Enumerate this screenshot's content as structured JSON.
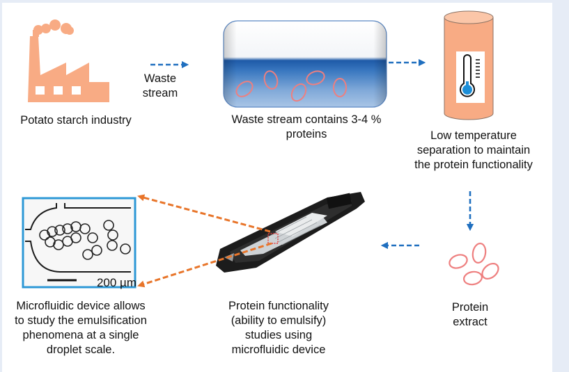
{
  "colors": {
    "background": "#e6ecf6",
    "panel": "#ffffff",
    "factory": "#f8ab84",
    "cylinder": "#f8ab84",
    "blue_arrow": "#1f6fbf",
    "orange_arrow": "#e8752a",
    "protein_outline": "#ee7f7f",
    "water_blue": "#1e5aa8",
    "inset_border": "#2d98d6"
  },
  "steps": {
    "industry": {
      "icon": "factory-icon",
      "label": "Potato starch industry"
    },
    "waste_arrow_label": "Waste stream",
    "waste": {
      "icon": "waste-tank-icon",
      "label_lines": [
        "Waste stream contains 3-4 %",
        "proteins"
      ]
    },
    "separation": {
      "icon": "cold-separation-cylinder-icon",
      "label_lines": [
        "Low temperature",
        "separation to maintain",
        "the protein functionality"
      ]
    },
    "extract": {
      "icon": "protein-extract-icon",
      "label_lines": [
        "Protein",
        "extract"
      ]
    },
    "device": {
      "icon": "microfluidic-chip-icon",
      "label_lines": [
        "Protein functionality",
        "(ability to emulsify)",
        "studies using",
        "microfluidic device"
      ]
    },
    "micrograph": {
      "icon": "droplet-micrograph",
      "scale_bar": "200 µm",
      "label_lines": [
        "Microfluidic device allows",
        "to study the emulsification",
        "phenomena at a single",
        "droplet scale."
      ]
    }
  }
}
